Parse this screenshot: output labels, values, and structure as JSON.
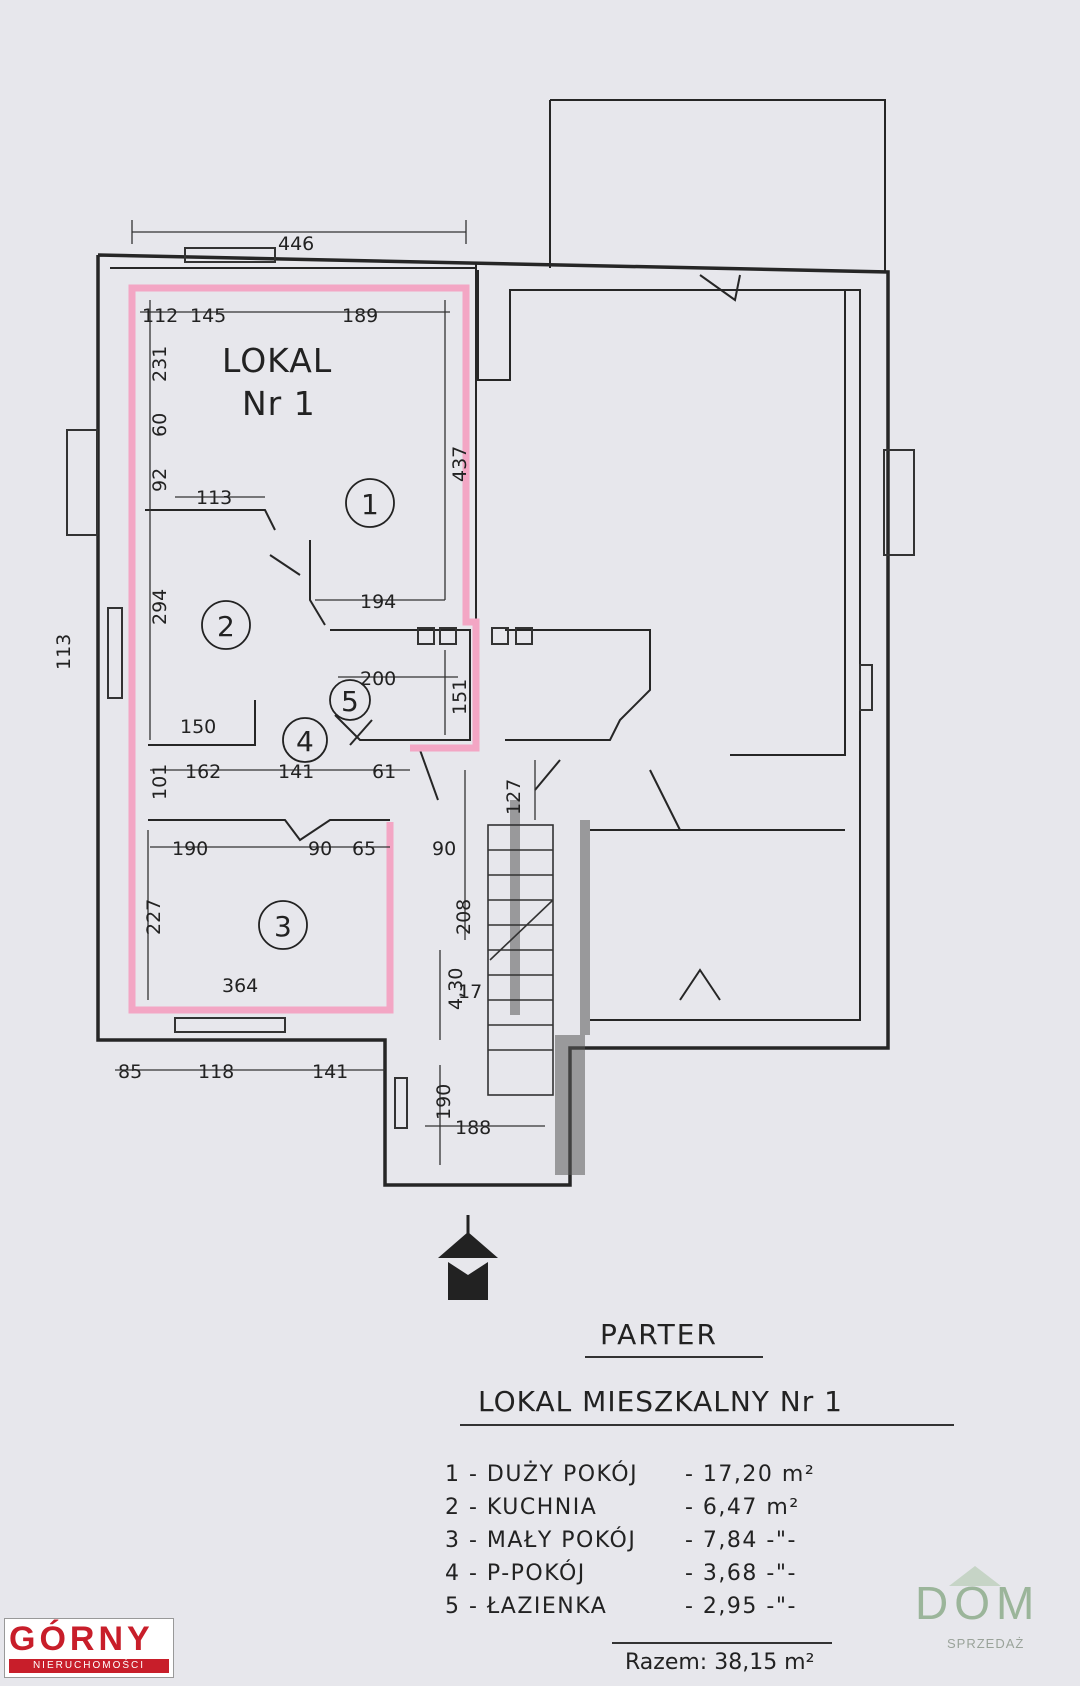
{
  "plan": {
    "title_line1": "LOKAL",
    "title_line2": "Nr 1",
    "rooms": [
      "1",
      "2",
      "3",
      "4",
      "5"
    ],
    "dims": {
      "top_total": "446",
      "top_a": "112",
      "top_b": "145",
      "top_c": "189",
      "left_a": "231",
      "left_b": "60",
      "left_c": "92",
      "kitchen_w": "113",
      "right_v": "437",
      "left_v2": "294",
      "hall_w": "194",
      "side_113": "113",
      "bath_w": "200",
      "bath_h": "151",
      "k150": "150",
      "r162": "162",
      "r141": "141",
      "r61": "61",
      "v101": "101",
      "v127": "127",
      "r190": "190",
      "r90": "90",
      "r65": "65",
      "stair90": "90",
      "v208": "208",
      "v227": "227",
      "b364": "364",
      "v430": "4,30",
      "v17": "17",
      "b85": "85",
      "b118": "118",
      "b141": "141",
      "v190": "190",
      "b188": "188"
    }
  },
  "legend": {
    "title1": "PARTER",
    "title2": "LOKAL MIESZKALNY Nr 1",
    "rows": [
      {
        "label": "1 - DUŻY POKÓJ",
        "area": "- 17,20 m²"
      },
      {
        "label": "2 - KUCHNIA",
        "area": "- 6,47 m²"
      },
      {
        "label": "3 - MAŁY POKÓJ",
        "area": "- 7,84 -\"-"
      },
      {
        "label": "4 - P-POKÓJ",
        "area": "- 3,68 -\"-"
      },
      {
        "label": "5 - ŁAZIENKA",
        "area": "- 2,95 -\"-"
      }
    ],
    "total": "Razem: 38,15 m²"
  },
  "logos": {
    "gorny_brand": "GÓRNY",
    "gorny_sub": "NIERUCHOMOŚCI",
    "dom_word": "DOM",
    "dom_sub": "SPRZEDAŻ"
  },
  "colors": {
    "paper": "#e7e7ec",
    "ink": "#262626",
    "highlight": "#f3a6c4",
    "gorny_red": "#c81e2a",
    "dom_green": "#9bb59a"
  }
}
